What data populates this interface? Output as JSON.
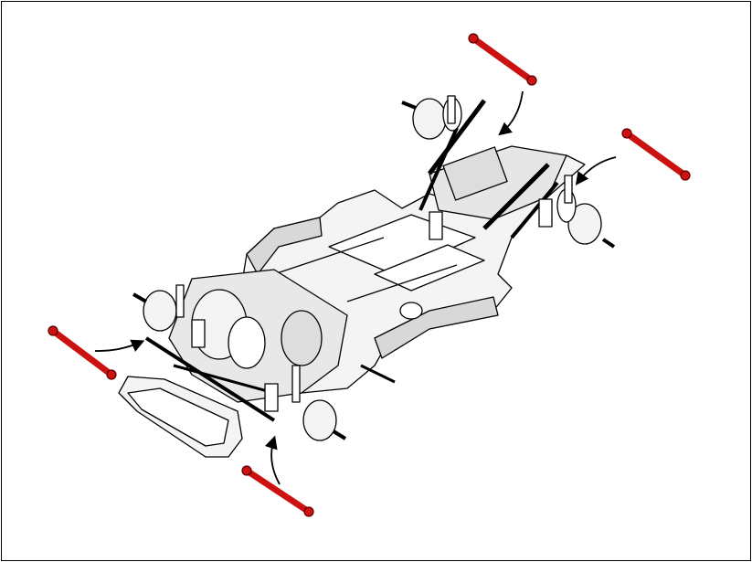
{
  "colors": {
    "link_fill": "#cc1111",
    "link_stroke": "#5a0000",
    "chassis_fill": "#f4f4f4",
    "chassis_shade": "#d8d8d8",
    "line": "#000000"
  },
  "parts": {
    "links": [
      {
        "name": "rear-right-link"
      },
      {
        "name": "rear-left-link"
      },
      {
        "name": "front-left-link"
      },
      {
        "name": "front-right-link"
      }
    ]
  }
}
